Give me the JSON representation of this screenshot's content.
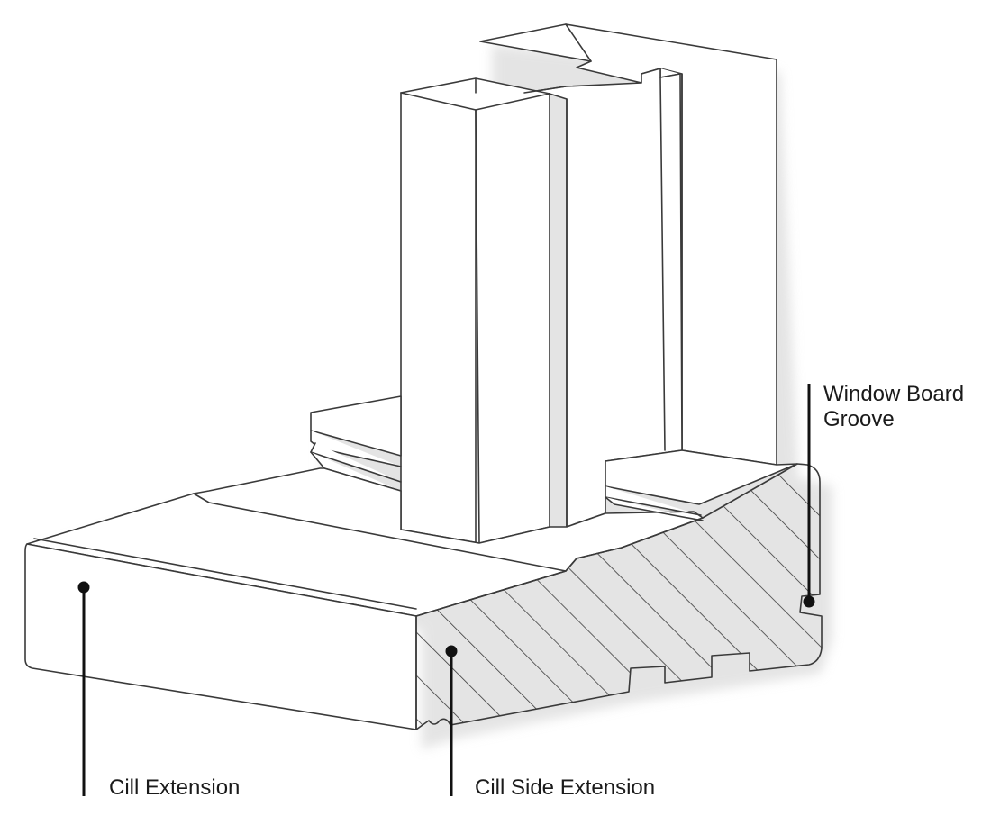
{
  "labels": {
    "cill_extension": "Cill Extension",
    "cill_side_extension": "Cill Side Extension",
    "window_board_groove_line1": "Window Board",
    "window_board_groove_line2": "Groove"
  },
  "colors": {
    "stroke": "#3a3a3a",
    "fill": "#ffffff",
    "shadow": "#d6d6d6",
    "leader": "#111111"
  }
}
